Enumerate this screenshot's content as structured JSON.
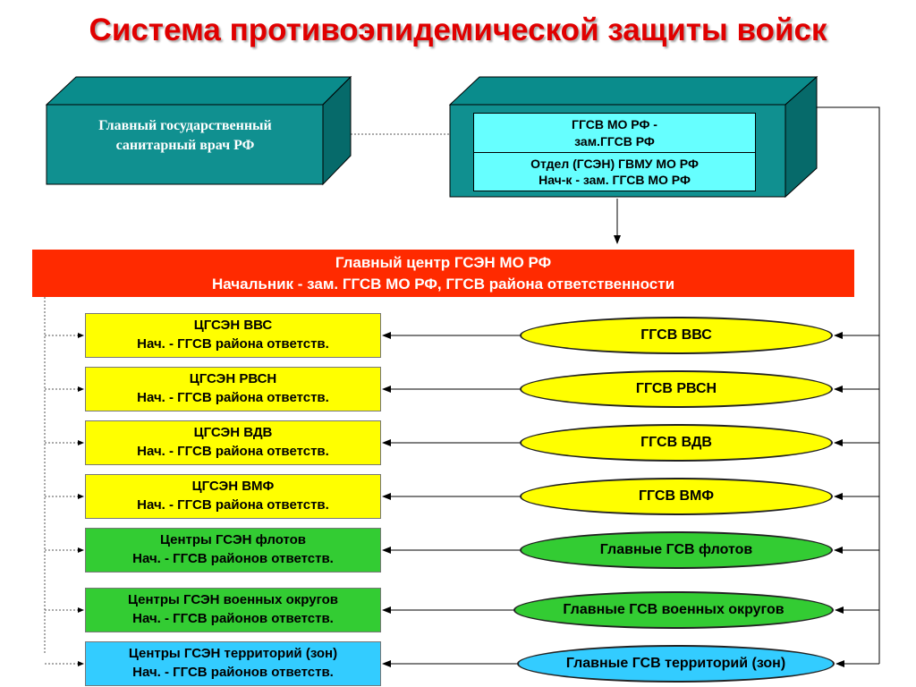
{
  "title": "Система противоэпидемической защиты войск",
  "chief_doctor": {
    "line1": "Главный государственный",
    "line2": "санитарный врач РФ"
  },
  "ggsv_mo": {
    "line1": "ГГСВ МО РФ -",
    "line2": "зам.ГГСВ РФ",
    "line3": "Отдел (ГСЭН) ГВМУ МО РФ",
    "line4": "Нач-к - зам. ГГСВ МО РФ"
  },
  "main_center": {
    "line1": "Главный центр ГСЭН МО РФ",
    "line2": "Начальник - зам. ГГСВ МО РФ, ГГСВ района ответственности"
  },
  "colors": {
    "title": "#e00000",
    "teal": "#0a8c8c",
    "cyan": "#66ffff",
    "red": "#ff2a00",
    "yellow": "#ffff00",
    "green": "#33cc33",
    "blue": "#33ccff"
  },
  "rows": [
    {
      "center_line1": "ЦГСЭН ВВС",
      "center_line2": "Нач. - ГГСВ района ответств.",
      "ggsv": "ГГСВ ВВС",
      "color": "yellow"
    },
    {
      "center_line1": "ЦГСЭН РВСН",
      "center_line2": "Нач. - ГГСВ района ответств.",
      "ggsv": "ГГСВ РВСН",
      "color": "yellow"
    },
    {
      "center_line1": "ЦГСЭН ВДВ",
      "center_line2": "Нач. - ГГСВ района ответств.",
      "ggsv": "ГГСВ ВДВ",
      "color": "yellow"
    },
    {
      "center_line1": "ЦГСЭН ВМФ",
      "center_line2": "Нач. - ГГСВ района ответств.",
      "ggsv": "ГГСВ ВМФ",
      "color": "yellow"
    },
    {
      "center_line1": "Центры ГСЭН флотов",
      "center_line2": "Нач. - ГГСВ районов ответств.",
      "ggsv": "Главные ГСВ флотов",
      "color": "green"
    },
    {
      "center_line1": "Центры ГСЭН военных округов",
      "center_line2": "Нач. - ГГСВ районов ответств.",
      "ggsv": "Главные ГСВ военных округов",
      "color": "green"
    },
    {
      "center_line1": "Центры ГСЭН территорий (зон)",
      "center_line2": "Нач. - ГГСВ районов ответств.",
      "ggsv": "Главные ГСВ территорий (зон)",
      "color": "blue"
    }
  ]
}
